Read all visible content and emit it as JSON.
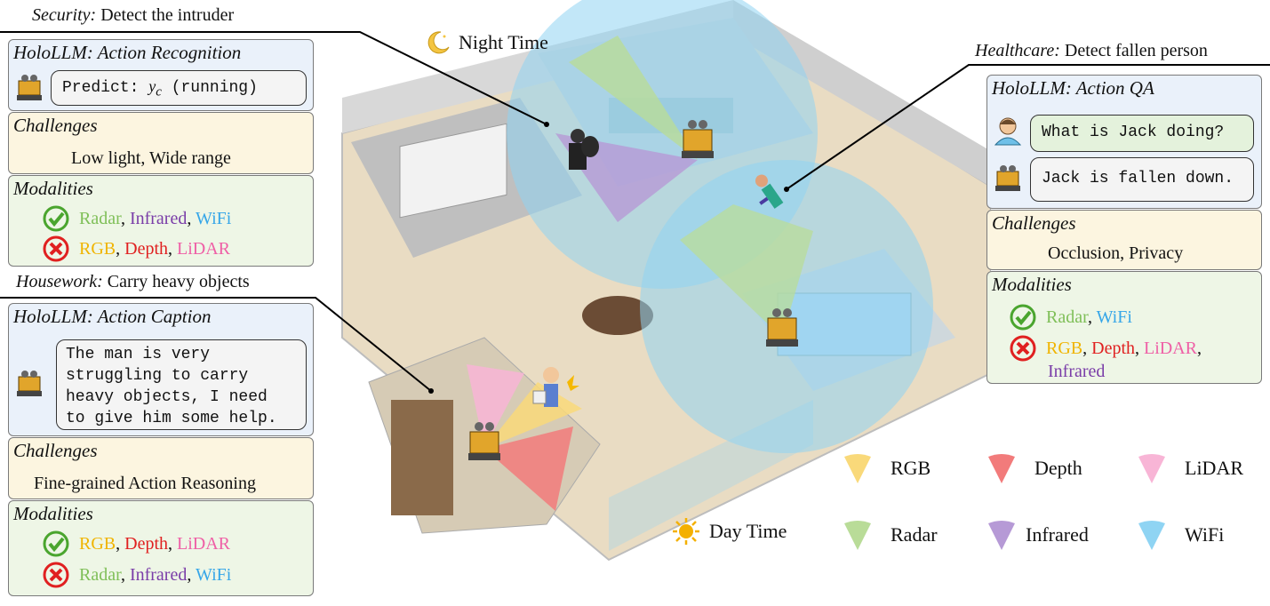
{
  "security": {
    "heading_italic": "Security:",
    "heading_rest": " Detect the intruder",
    "title": "HoloLLM: Action Recognition",
    "predict_prefix": "Predict: ",
    "predict_var": "y",
    "predict_sub": "c",
    "predict_suffix": " (running)",
    "challenges_title": "Challenges",
    "challenges_text": "Low light, Wide range",
    "modalities_title": "Modalities",
    "good": [
      "Radar",
      "Infrared",
      "WiFi"
    ],
    "bad": [
      "RGB",
      "Depth",
      "LiDAR"
    ]
  },
  "housework": {
    "heading_italic": "Housework:",
    "heading_rest": " Carry heavy objects",
    "title": "HoloLLM: Action Caption",
    "caption_lines": [
      "The man is very",
      "struggling to carry",
      "heavy objects, I need",
      "to give him some help."
    ],
    "challenges_title": "Challenges",
    "challenges_text": "Fine-grained Action Reasoning",
    "modalities_title": "Modalities",
    "good": [
      "RGB",
      "Depth",
      "LiDAR"
    ],
    "bad": [
      "Radar",
      "Infrared",
      "WiFi"
    ]
  },
  "healthcare": {
    "heading_italic": "Healthcare:",
    "heading_rest": " Detect fallen person",
    "title": "HoloLLM: Action QA",
    "question": "What is Jack doing?",
    "answer": "Jack is fallen down.",
    "challenges_title": "Challenges",
    "challenges_text": "Occlusion, Privacy",
    "modalities_title": "Modalities",
    "good": [
      "Radar",
      "WiFi"
    ],
    "bad_line1": [
      "RGB",
      "Depth",
      "LiDAR"
    ],
    "bad_line2": "Infrared"
  },
  "night_label": "Night Time",
  "day_label": "Day Time",
  "legend": {
    "rgb": "RGB",
    "depth": "Depth",
    "lidar": "LiDAR",
    "radar": "Radar",
    "infrared": "Infrared",
    "wifi": "WiFi"
  },
  "colors": {
    "rgb": "#f9d97a",
    "depth": "#f27b7b",
    "lidar": "#f8b5d6",
    "radar": "#b9dc98",
    "infrared": "#b69ad6",
    "wifi": "#8fd4f3"
  }
}
